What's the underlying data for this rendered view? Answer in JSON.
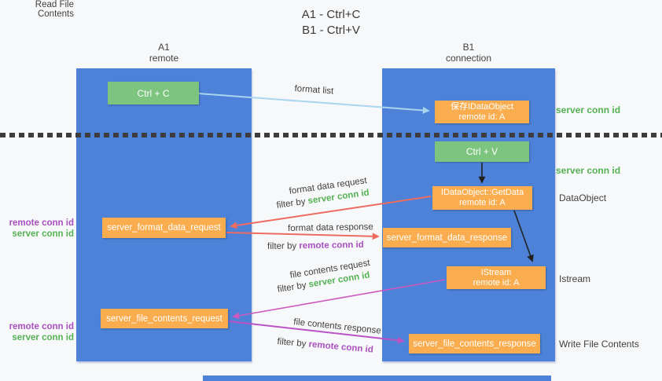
{
  "title": {
    "line1": "A1 - Ctrl+C",
    "line2": "B1 - Ctrl+V"
  },
  "lanes": {
    "a1": {
      "name": "A1",
      "subtitle": "remote"
    },
    "b1": {
      "name": "B1",
      "subtitle": "connection"
    }
  },
  "nodes": {
    "ctrl_c": {
      "label": "Ctrl + C"
    },
    "save_dataobject": {
      "line1": "保存IDataObject",
      "line2": "remote id: A"
    },
    "ctrl_v": {
      "label": "Ctrl + V"
    },
    "getdata": {
      "line1": "IDataObject::GetData",
      "line2": "remote id: A"
    },
    "server_format_data_request": {
      "label": "server_format_data_request"
    },
    "server_format_data_response": {
      "label": "server_format_data_response"
    },
    "istream": {
      "line1": "IStream",
      "line2": "remote id: A"
    },
    "server_file_contents_request": {
      "label": "server_file_contents_request"
    },
    "server_file_contents_response": {
      "label": "server_file_contents_response"
    }
  },
  "arrows": {
    "format_list": {
      "label": "format list"
    },
    "format_data_request": {
      "label": "format data request",
      "filter_prefix": "filter by ",
      "filter_key": "server conn id"
    },
    "format_data_response": {
      "label": "format data response",
      "filter_prefix": "filter by ",
      "filter_key": "remote conn id"
    },
    "file_contents_request": {
      "label": "file contents request",
      "filter_prefix": "filter by ",
      "filter_key": "server conn id"
    },
    "file_contents_response": {
      "label": "file contents response",
      "filter_prefix": "filter by ",
      "filter_key": "remote conn id"
    }
  },
  "annotations": {
    "right_server_conn_id_1": "server conn id",
    "right_server_conn_id_2": "server conn id",
    "dataobject": "DataObject",
    "istream": "Istream",
    "write_file_contents": "Write File Contents",
    "left_remote_conn_id_1": "remote conn id",
    "left_server_conn_id_1": "server conn id",
    "read_file_contents": "Read File Contents",
    "left_remote_conn_id_2": "remote conn id",
    "left_server_conn_id_2": "server conn id"
  },
  "colors": {
    "lane_blue": "#4d82d8",
    "box_green": "#7dc47f",
    "box_orange": "#f9ad4e",
    "green_text": "#55b154",
    "purple_text": "#a94fc0",
    "red_arrow": "#ee6b60",
    "magenta_arrow": "#bb53c5",
    "pink_arrow": "#cc59bd",
    "light_blue_arrow": "#a9d5ef",
    "black_arrow": "#222222"
  }
}
